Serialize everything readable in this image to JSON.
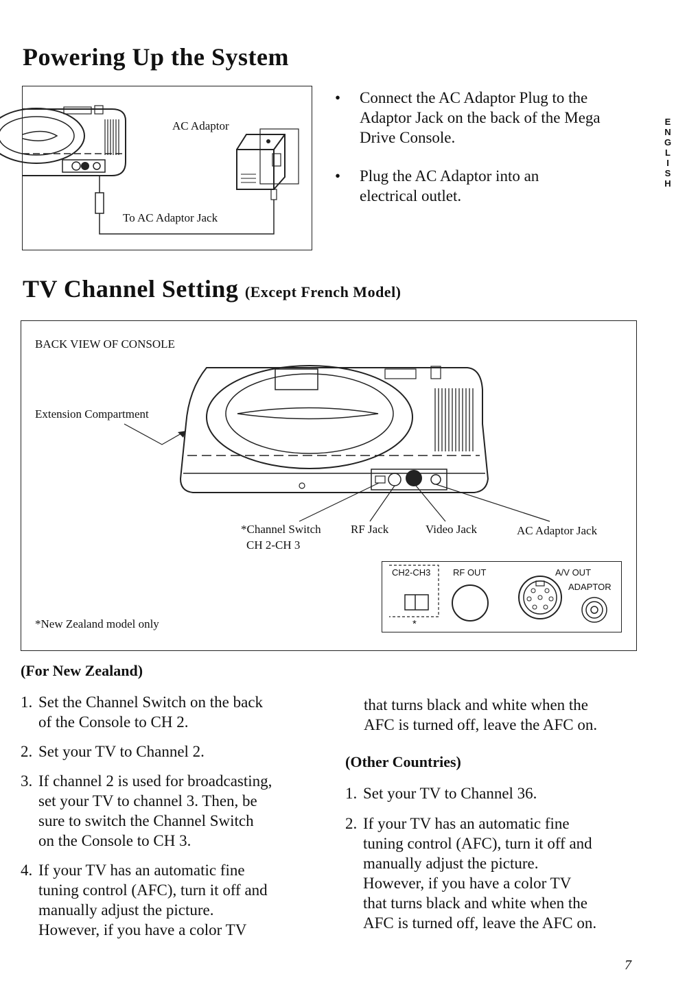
{
  "section1": {
    "title": "Powering Up the System",
    "figure": {
      "label_adaptor": "AC Adaptor",
      "label_jack": "To AC Adaptor Jack"
    },
    "bullets": [
      [
        "Connect the AC Adaptor Plug to the",
        "Adaptor Jack on the back of the Mega",
        "Drive Console."
      ],
      [
        "Plug the AC Adaptor into an",
        "electrical outlet."
      ]
    ]
  },
  "side_tab": {
    "letters": [
      "E",
      "N",
      "G",
      "L",
      "I",
      "S",
      "H"
    ]
  },
  "section2": {
    "title": "TV Channel Setting",
    "title_suffix": "(Except French Model)",
    "figure": {
      "back_view": "BACK VIEW OF CONSOLE",
      "extension": "Extension Compartment",
      "channel_switch": "*Channel Switch",
      "channel_range": "CH 2-CH 3",
      "rf_jack": "RF Jack",
      "video_jack": "Video Jack",
      "ac_adaptor_jack": "AC Adaptor Jack",
      "nz_note": "*New Zealand model only",
      "panel": {
        "ch": "CH2-CH3",
        "rf": "RF OUT",
        "av": "A/V OUT",
        "adaptor": "ADAPTOR",
        "asterisk": "*"
      }
    }
  },
  "nz": {
    "heading": "(For New Zealand)",
    "items": [
      {
        "num": "1.",
        "lines": [
          "Set the Channel Switch on the back",
          "of the Console to CH 2."
        ]
      },
      {
        "num": "2.",
        "lines": [
          "Set your TV to Channel 2."
        ]
      },
      {
        "num": "3.",
        "lines": [
          "If channel 2 is used for broadcasting,",
          "set your TV to channel 3. Then, be",
          "sure to switch the Channel Switch",
          "on the Console to CH 3."
        ]
      },
      {
        "num": "4.",
        "lines": [
          "If your TV has an automatic fine",
          "tuning control (AFC), turn it off and",
          "manually adjust the picture.",
          "However, if you have a color TV"
        ]
      }
    ],
    "continued": [
      "that turns black and white when the",
      "AFC is turned off, leave the AFC on."
    ]
  },
  "other": {
    "heading": "(Other Countries)",
    "items": [
      {
        "num": "1.",
        "lines": [
          "Set your TV to Channel 36."
        ]
      },
      {
        "num": "2.",
        "lines": [
          "If your TV has an automatic fine",
          "tuning control (AFC), turn it off and",
          "manually adjust the picture.",
          "However, if you have a color TV",
          "that turns black and white when the",
          "AFC is turned off, leave the AFC on."
        ]
      }
    ]
  },
  "page_number": "7"
}
